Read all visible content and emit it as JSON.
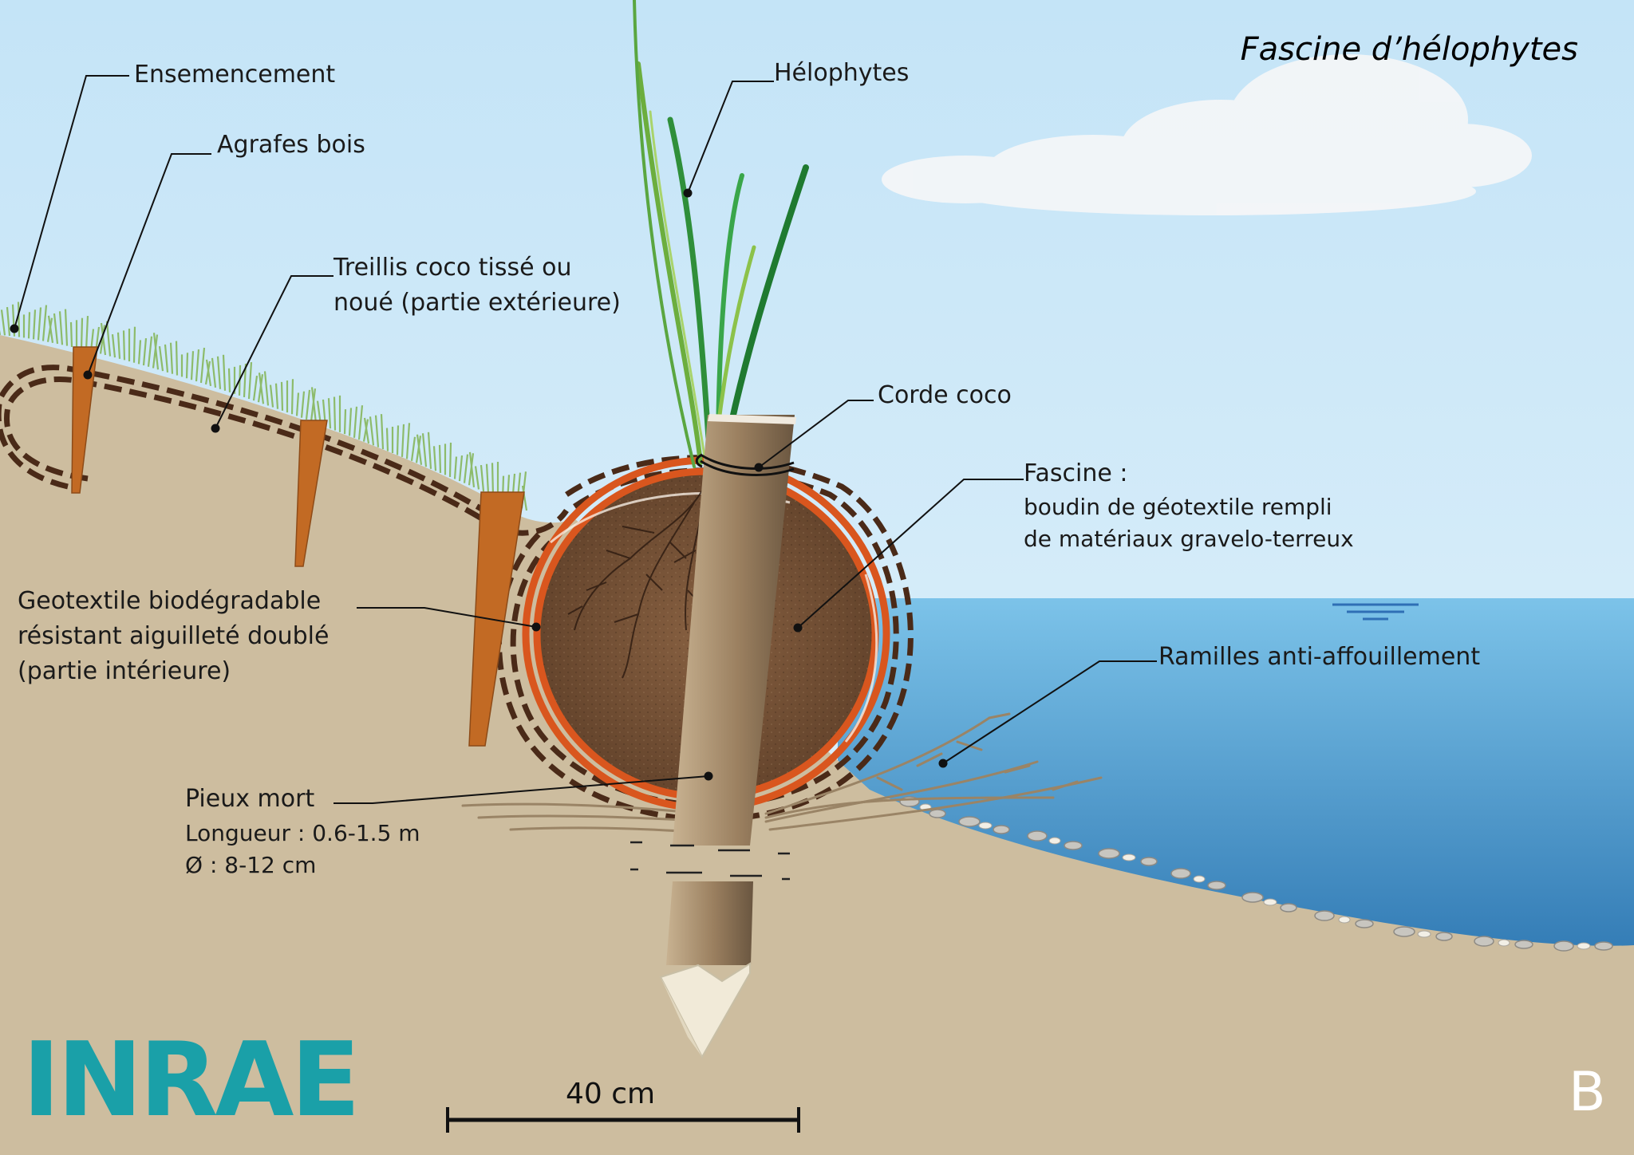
{
  "title": "Fascine d’hélophytes",
  "labels": {
    "ensemencement": "Ensemencement",
    "agrafes": "Agrafes bois",
    "treillis_1": "Treillis coco tissé ou",
    "treillis_2": "noué (partie extérieure)",
    "helophytes": "Hélophytes",
    "corde": "Corde coco",
    "fascine_1": "Fascine :",
    "fascine_2": "boudin de géotextile rempli",
    "fascine_3": "de matériaux gravelo-terreux",
    "geotextile_1": "Geotextile biodégradable",
    "geotextile_2": "résistant aiguilleté  doublé",
    "geotextile_3": "(partie intérieure)",
    "ramilles": "Ramilles anti-affouillement",
    "pieux_1": "Pieux mort",
    "pieux_2": "Longueur : 0.6-1.5 m",
    "pieux_3": "Ø : 8-12 cm"
  },
  "scale_bar": "40 cm",
  "logo": "INRAE",
  "panel_letter": "B",
  "colors": {
    "sky": "#cde9f8",
    "soil": "#cdbd9f",
    "water": "#4fa3d3",
    "water_deep": "#2d78b3",
    "fascine_fill": "#7a5535",
    "geotextile": "#d9561e",
    "treillis": "#4a2a18",
    "stake": "#a08666",
    "staple": "#c26a24",
    "grass": "#8dbb6b",
    "logo": "#1aa0a8"
  }
}
